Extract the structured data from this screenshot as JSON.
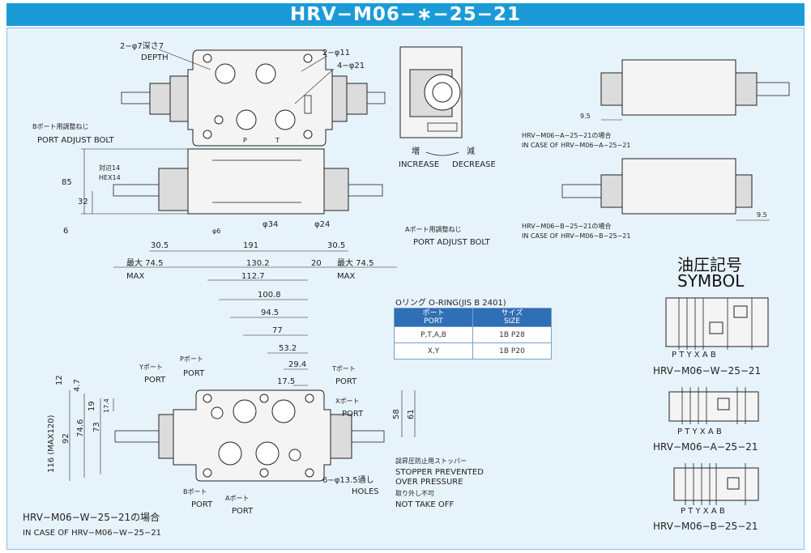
{
  "title": "HRV−M06−∗−25−21",
  "colors": {
    "title_bar": "#1a9bd7",
    "panel": "#e7f3fb",
    "table_header": "#2f6fb5"
  },
  "top_view": {
    "depth_note_jp": "2−φ7深さ7",
    "depth_note_en": "DEPTH",
    "hole_11": "2−φ11",
    "hole_21": "4−φ21",
    "port_p": "P",
    "port_t": "T"
  },
  "knob_view": {
    "increase_jp": "増",
    "decrease_jp": "減",
    "increase_en": "INCREASE",
    "decrease_en": "DECREASE"
  },
  "side_views": {
    "a_note_jp": "HRV−M06−A−25−21の場合",
    "a_note_en": "IN CASE OF HRV−M06−A−25−21",
    "b_note_jp": "HRV−M06−B−25−21の場合",
    "b_note_en": "IN CASE OF HRV−M06−B−25−21",
    "dim_a": "9.5",
    "dim_b": "9.5"
  },
  "front_view": {
    "b_adjust_jp": "Bポート用調整ねじ",
    "b_adjust_en": "PORT ADJUST BOLT",
    "a_adjust_jp": "Aポート用調整ねじ",
    "a_adjust_en": "PORT ADJUST BOLT",
    "hex_label": "対辺14",
    "hex_label_en": "HEX14",
    "dim_85": "85",
    "dim_32": "32",
    "dim_6": "6",
    "dim_phi6": "φ6",
    "dim_phi34": "φ34",
    "dim_phi24": "φ24",
    "dim_30_5_left": "30.5",
    "dim_191": "191",
    "dim_30_5_right": "30.5",
    "max_left": "最大 74.5",
    "max_left_en": "MAX",
    "dim_130_2": "130.2",
    "dim_20": "20",
    "max_right": "最大 74.5",
    "max_right_en": "MAX"
  },
  "bottom_view": {
    "dim_112_7": "112.7",
    "dim_100_8": "100.8",
    "dim_94_5": "94.5",
    "dim_77": "77",
    "dim_53_2": "53.2",
    "dim_29_4": "29.4",
    "dim_17_5": "17.5",
    "dim_12": "12",
    "dim_4_7": "4.7",
    "dim_19": "19",
    "dim_17_4": "17.4",
    "dim_74_6": "74.6",
    "dim_73": "73",
    "dim_92": "92",
    "dim_116": "116 (MAX120)",
    "dim_58": "58",
    "dim_61": "61",
    "y_port_jp": "Yポート",
    "y_port_en": "PORT",
    "p_port_jp": "Pポート",
    "p_port_en": "PORT",
    "t_port_jp": "Tポート",
    "t_port_en": "PORT",
    "x_port_jp": "Xポート",
    "x_port_en": "PORT",
    "b_port_jp": "Bポート",
    "b_port_en": "PORT",
    "a_port_jp": "Aポート",
    "a_port_en": "PORT",
    "stopper_jp": "誤昇圧防止用ストッパー",
    "stopper_en1": "STOPPER PREVENTED",
    "stopper_en2": "OVER PRESSURE",
    "holes": "6−φ13.5通し",
    "holes_en": "HOLES",
    "not_take_off_jp": "取り外し不可",
    "not_take_off_en": "NOT TAKE OFF",
    "case_jp": "HRV−M06−W−25−21の場合",
    "case_en": "IN CASE OF HRV−M06−W−25−21"
  },
  "oring": {
    "caption": "Oリング  O-RING(JIS B 2401)",
    "header_port_jp": "ポート",
    "header_port_en": "PORT",
    "header_size_jp": "サイズ",
    "header_size_en": "SIZE",
    "rows": [
      {
        "port": "P,T,A,B",
        "size": "1B P28"
      },
      {
        "port": "X,Y",
        "size": "1B P20"
      }
    ]
  },
  "symbol": {
    "title_jp": "油圧記号",
    "title_en": "SYMBOL",
    "port_labels_w": "P T Y X    A    B",
    "port_labels_a": "P T Y X     A B",
    "port_labels_b": "P T Y X A      B",
    "model_w": "HRV−M06−W−25−21",
    "model_a": "HRV−M06−A−25−21",
    "model_b": "HRV−M06−B−25−21"
  }
}
